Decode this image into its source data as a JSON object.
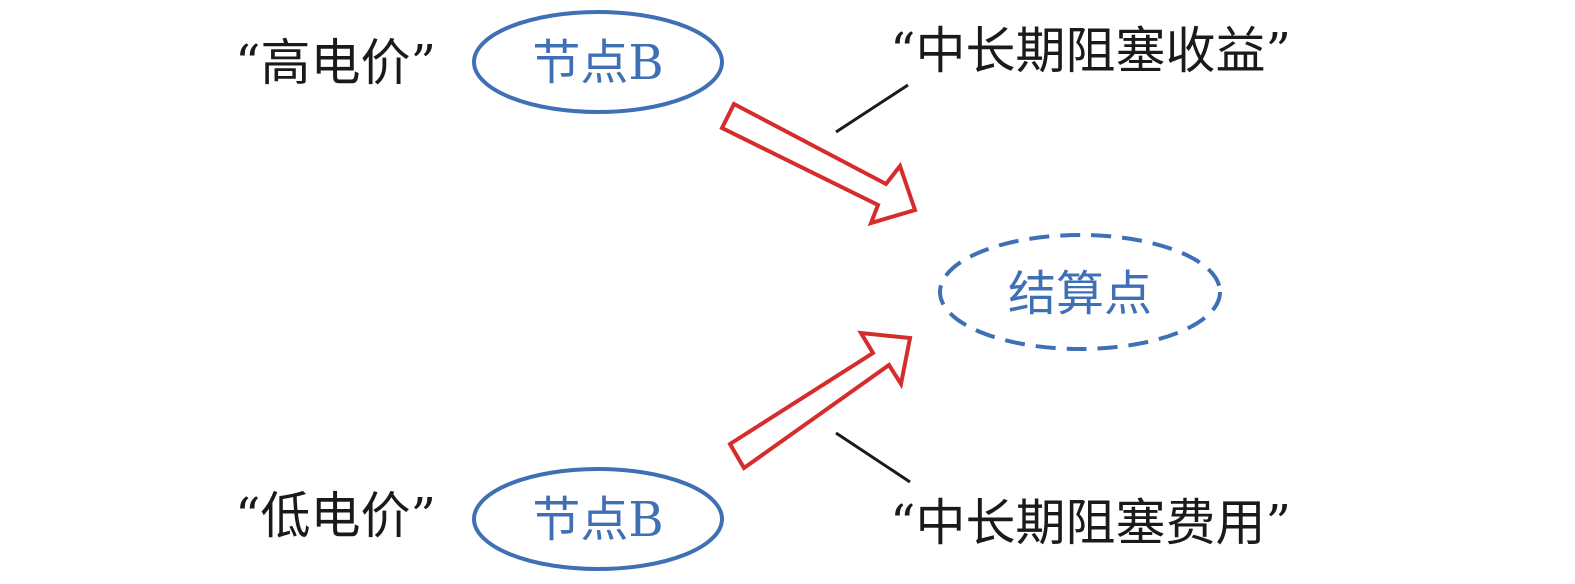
{
  "diagram": {
    "top_left_label": "“高电价”",
    "top_node_label": "节点B",
    "bottom_left_label": "“低电价”",
    "bottom_node_label": "节点B",
    "settlement_label": "结算点",
    "top_right_label": "“中长期阻塞收益”",
    "bottom_right_label": "“中长期阻塞费用”"
  },
  "colors": {
    "node_stroke": "#3f6fb5",
    "node_text": "#3f6fb5",
    "arrow_stroke": "#d62c2c",
    "label_text": "#1a1a1a",
    "leader_line": "#1a1a1a"
  }
}
